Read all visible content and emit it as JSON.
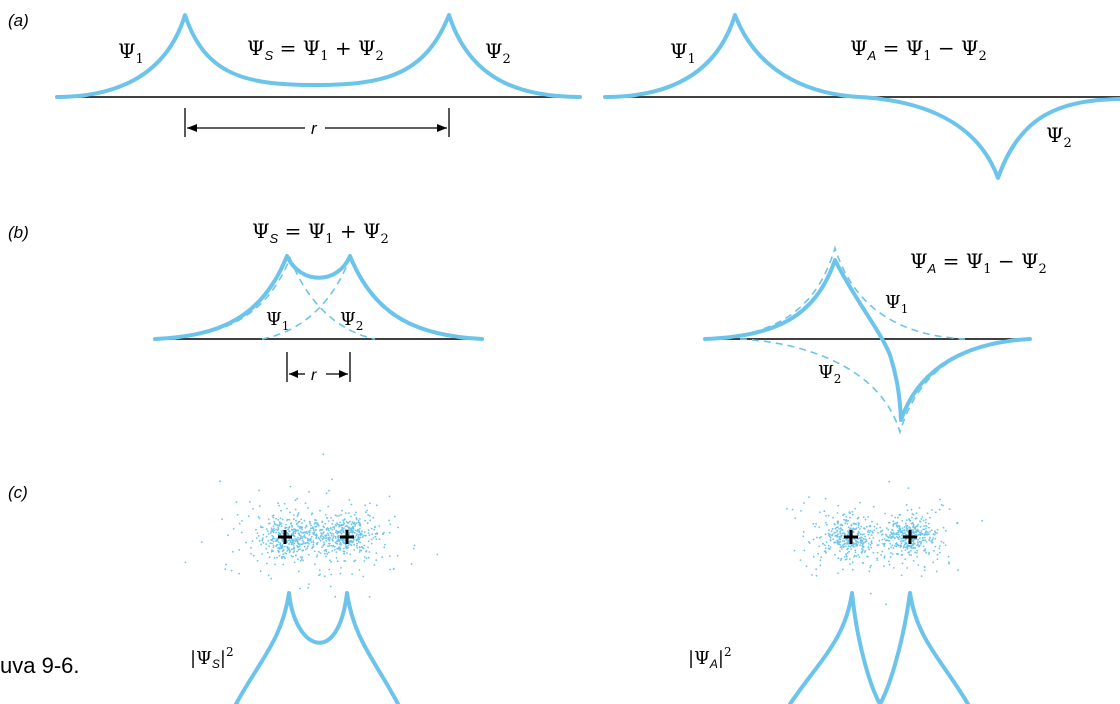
{
  "panels": {
    "a": {
      "label": "(a)",
      "sym_title": "ΨS = Ψ1 + Ψ2",
      "psi1": "Ψ1",
      "psi2": "Ψ2",
      "r": "r",
      "anti_title": "ΨA = Ψ1 − Ψ2",
      "anti_psi1": "Ψ1",
      "anti_psi2": "Ψ2"
    },
    "b": {
      "label": "(b)",
      "sym_title": "ΨS = Ψ1 + Ψ2",
      "psi1": "Ψ1",
      "psi2": "Ψ2",
      "r": "r",
      "anti_title": "ΨA = Ψ1 − Ψ2",
      "anti_psi1": "Ψ1",
      "anti_psi2": "Ψ2"
    },
    "c": {
      "label": "(c)",
      "sym_label": "|ΨS|2",
      "anti_label": "|ΨA|2"
    }
  },
  "caption": "uva 9-6.",
  "colors": {
    "curve": "#6cc4ea",
    "axis": "#000000"
  },
  "icons": [
    "plus-nucleus-icon"
  ]
}
